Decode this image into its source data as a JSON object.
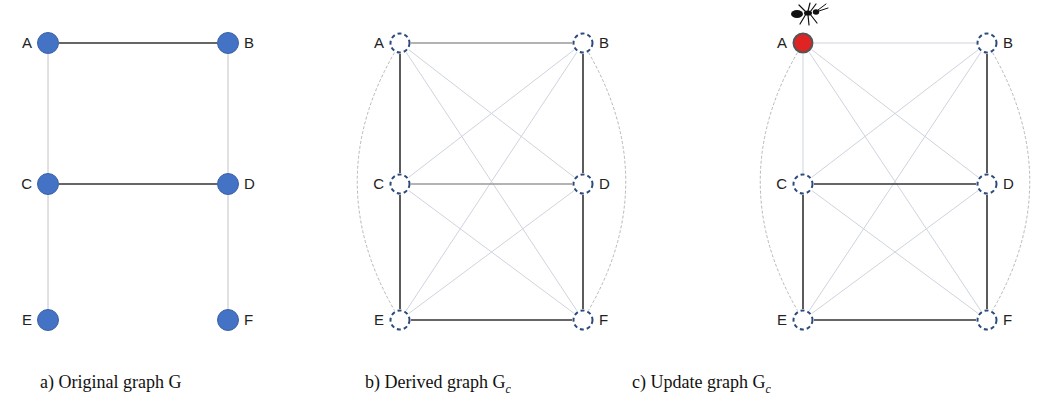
{
  "diagram": {
    "nodes": [
      {
        "text": [
          "A"
        ]
      },
      {
        "text": [
          "B"
        ]
      },
      {
        "text": [
          "C"
        ]
      },
      {
        "text": [
          "D"
        ]
      },
      {
        "text": [
          "E"
        ]
      },
      {
        "text": [
          "F"
        ]
      },
      {
        "text": [
          "A"
        ]
      },
      {
        "text": [
          "B"
        ]
      },
      {
        "text": [
          "C"
        ]
      },
      {
        "text": [
          "D"
        ]
      },
      {
        "text": [
          "E"
        ]
      },
      {
        "text": [
          "F"
        ]
      },
      {
        "text": [
          "A"
        ]
      },
      {
        "text": [
          "B"
        ]
      },
      {
        "text": [
          "C"
        ]
      },
      {
        "text": [
          "D"
        ]
      },
      {
        "text": [
          "E"
        ]
      },
      {
        "text": [
          "F"
        ]
      }
    ],
    "edges": [
      {
        "from": 0,
        "to": 1,
        "arrow": "none"
      },
      {
        "from": 0,
        "to": 2,
        "arrow": "none"
      },
      {
        "from": 1,
        "to": 3,
        "arrow": "none"
      },
      {
        "from": 2,
        "to": 3,
        "arrow": "none"
      },
      {
        "from": 2,
        "to": 4,
        "arrow": "none"
      },
      {
        "from": 3,
        "to": 5,
        "arrow": "none"
      },
      {
        "from": 6,
        "to": 7,
        "arrow": "none"
      },
      {
        "from": 6,
        "to": 8,
        "arrow": "none"
      },
      {
        "from": 6,
        "to": 9,
        "arrow": "none"
      },
      {
        "from": 6,
        "to": 10,
        "arrow": "none"
      },
      {
        "from": 6,
        "to": 11,
        "arrow": "none"
      },
      {
        "from": 7,
        "to": 8,
        "arrow": "none"
      },
      {
        "from": 7,
        "to": 9,
        "arrow": "none"
      },
      {
        "from": 7,
        "to": 10,
        "arrow": "none"
      },
      {
        "from": 7,
        "to": 11,
        "arrow": "none"
      },
      {
        "from": 8,
        "to": 9,
        "arrow": "none"
      },
      {
        "from": 8,
        "to": 10,
        "arrow": "none"
      },
      {
        "from": 8,
        "to": 11,
        "arrow": "none"
      },
      {
        "from": 9,
        "to": 10,
        "arrow": "none"
      },
      {
        "from": 9,
        "to": 11,
        "arrow": "none"
      },
      {
        "from": 10,
        "to": 11,
        "arrow": "none"
      },
      {
        "from": 12,
        "to": 13,
        "arrow": "none"
      },
      {
        "from": 12,
        "to": 14,
        "arrow": "none"
      },
      {
        "from": 12,
        "to": 15,
        "arrow": "none"
      },
      {
        "from": 12,
        "to": 16,
        "arrow": "none"
      },
      {
        "from": 12,
        "to": 17,
        "arrow": "none"
      },
      {
        "from": 13,
        "to": 14,
        "arrow": "none"
      },
      {
        "from": 13,
        "to": 15,
        "arrow": "none"
      },
      {
        "from": 13,
        "to": 16,
        "arrow": "none"
      },
      {
        "from": 13,
        "to": 17,
        "arrow": "none"
      },
      {
        "from": 14,
        "to": 15,
        "arrow": "none"
      },
      {
        "from": 14,
        "to": 16,
        "arrow": "none"
      },
      {
        "from": 14,
        "to": 17,
        "arrow": "none"
      },
      {
        "from": 15,
        "to": 16,
        "arrow": "none"
      },
      {
        "from": 15,
        "to": 17,
        "arrow": "none"
      },
      {
        "from": 16,
        "to": 17,
        "arrow": "none"
      }
    ],
    "labels": [
      "a) Original graph G",
      "b) Derived graph Gc",
      "c) Update graph Gc"
    ]
  }
}
